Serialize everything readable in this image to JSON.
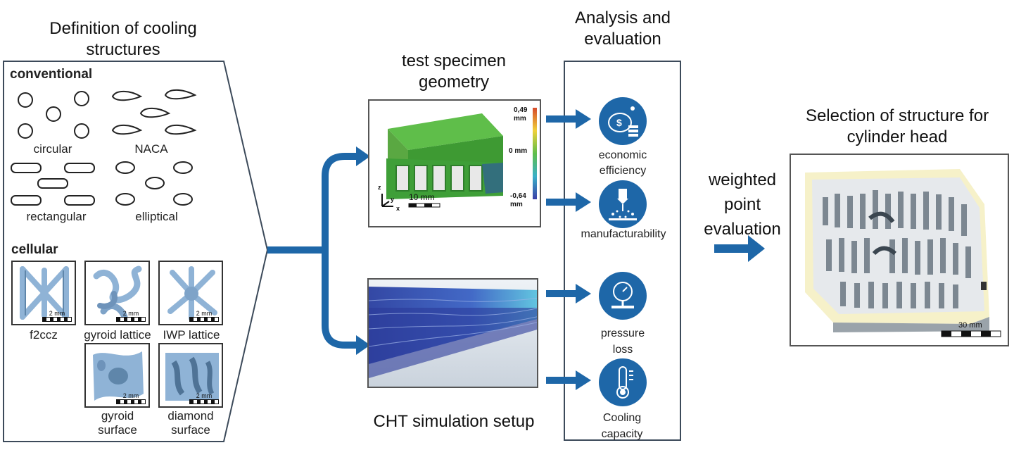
{
  "definition": {
    "heading": "Definition of cooling structures",
    "conventional_label": "conventional",
    "shapes": [
      "circular",
      "NACA",
      "rectangular",
      "elliptical"
    ],
    "cellular_label": "cellular",
    "cells": [
      {
        "name": "f2ccz",
        "scale": "2 mm"
      },
      {
        "name": "gyroid lattice",
        "scale": "2 mm"
      },
      {
        "name": "IWP lattice",
        "scale": "2 mm"
      },
      {
        "name": "gyroid surface",
        "scale": "2 mm"
      },
      {
        "name": "diamond surface",
        "scale": "2 mm"
      }
    ]
  },
  "specimen": {
    "heading": "test specimen geometry",
    "colorbar_max": "0,49 mm",
    "colorbar_mid": "0 mm",
    "colorbar_min": "-0,64 mm",
    "scale": "10 mm",
    "axis_z": "z",
    "axis_y": "y",
    "axis_x": "x"
  },
  "cht": {
    "heading": "CHT simulation setup"
  },
  "analysis": {
    "heading": "Analysis and evaluation",
    "criteria": [
      "economic efficiency",
      "manufacturability",
      "pressure loss",
      "Cooling capacity"
    ],
    "icons": [
      "piggy-bank-coins-icon",
      "laser-machining-icon",
      "pressure-gauge-icon",
      "thermometer-icon"
    ]
  },
  "weighted": {
    "label": "weighted point evaluation"
  },
  "selection": {
    "heading": "Selection of structure for cylinder head",
    "scale": "30 mm"
  },
  "colors": {
    "arrow": "#1e67a8",
    "cell_blue": "#8fb3d6",
    "specimen_green": "#49a63b"
  }
}
